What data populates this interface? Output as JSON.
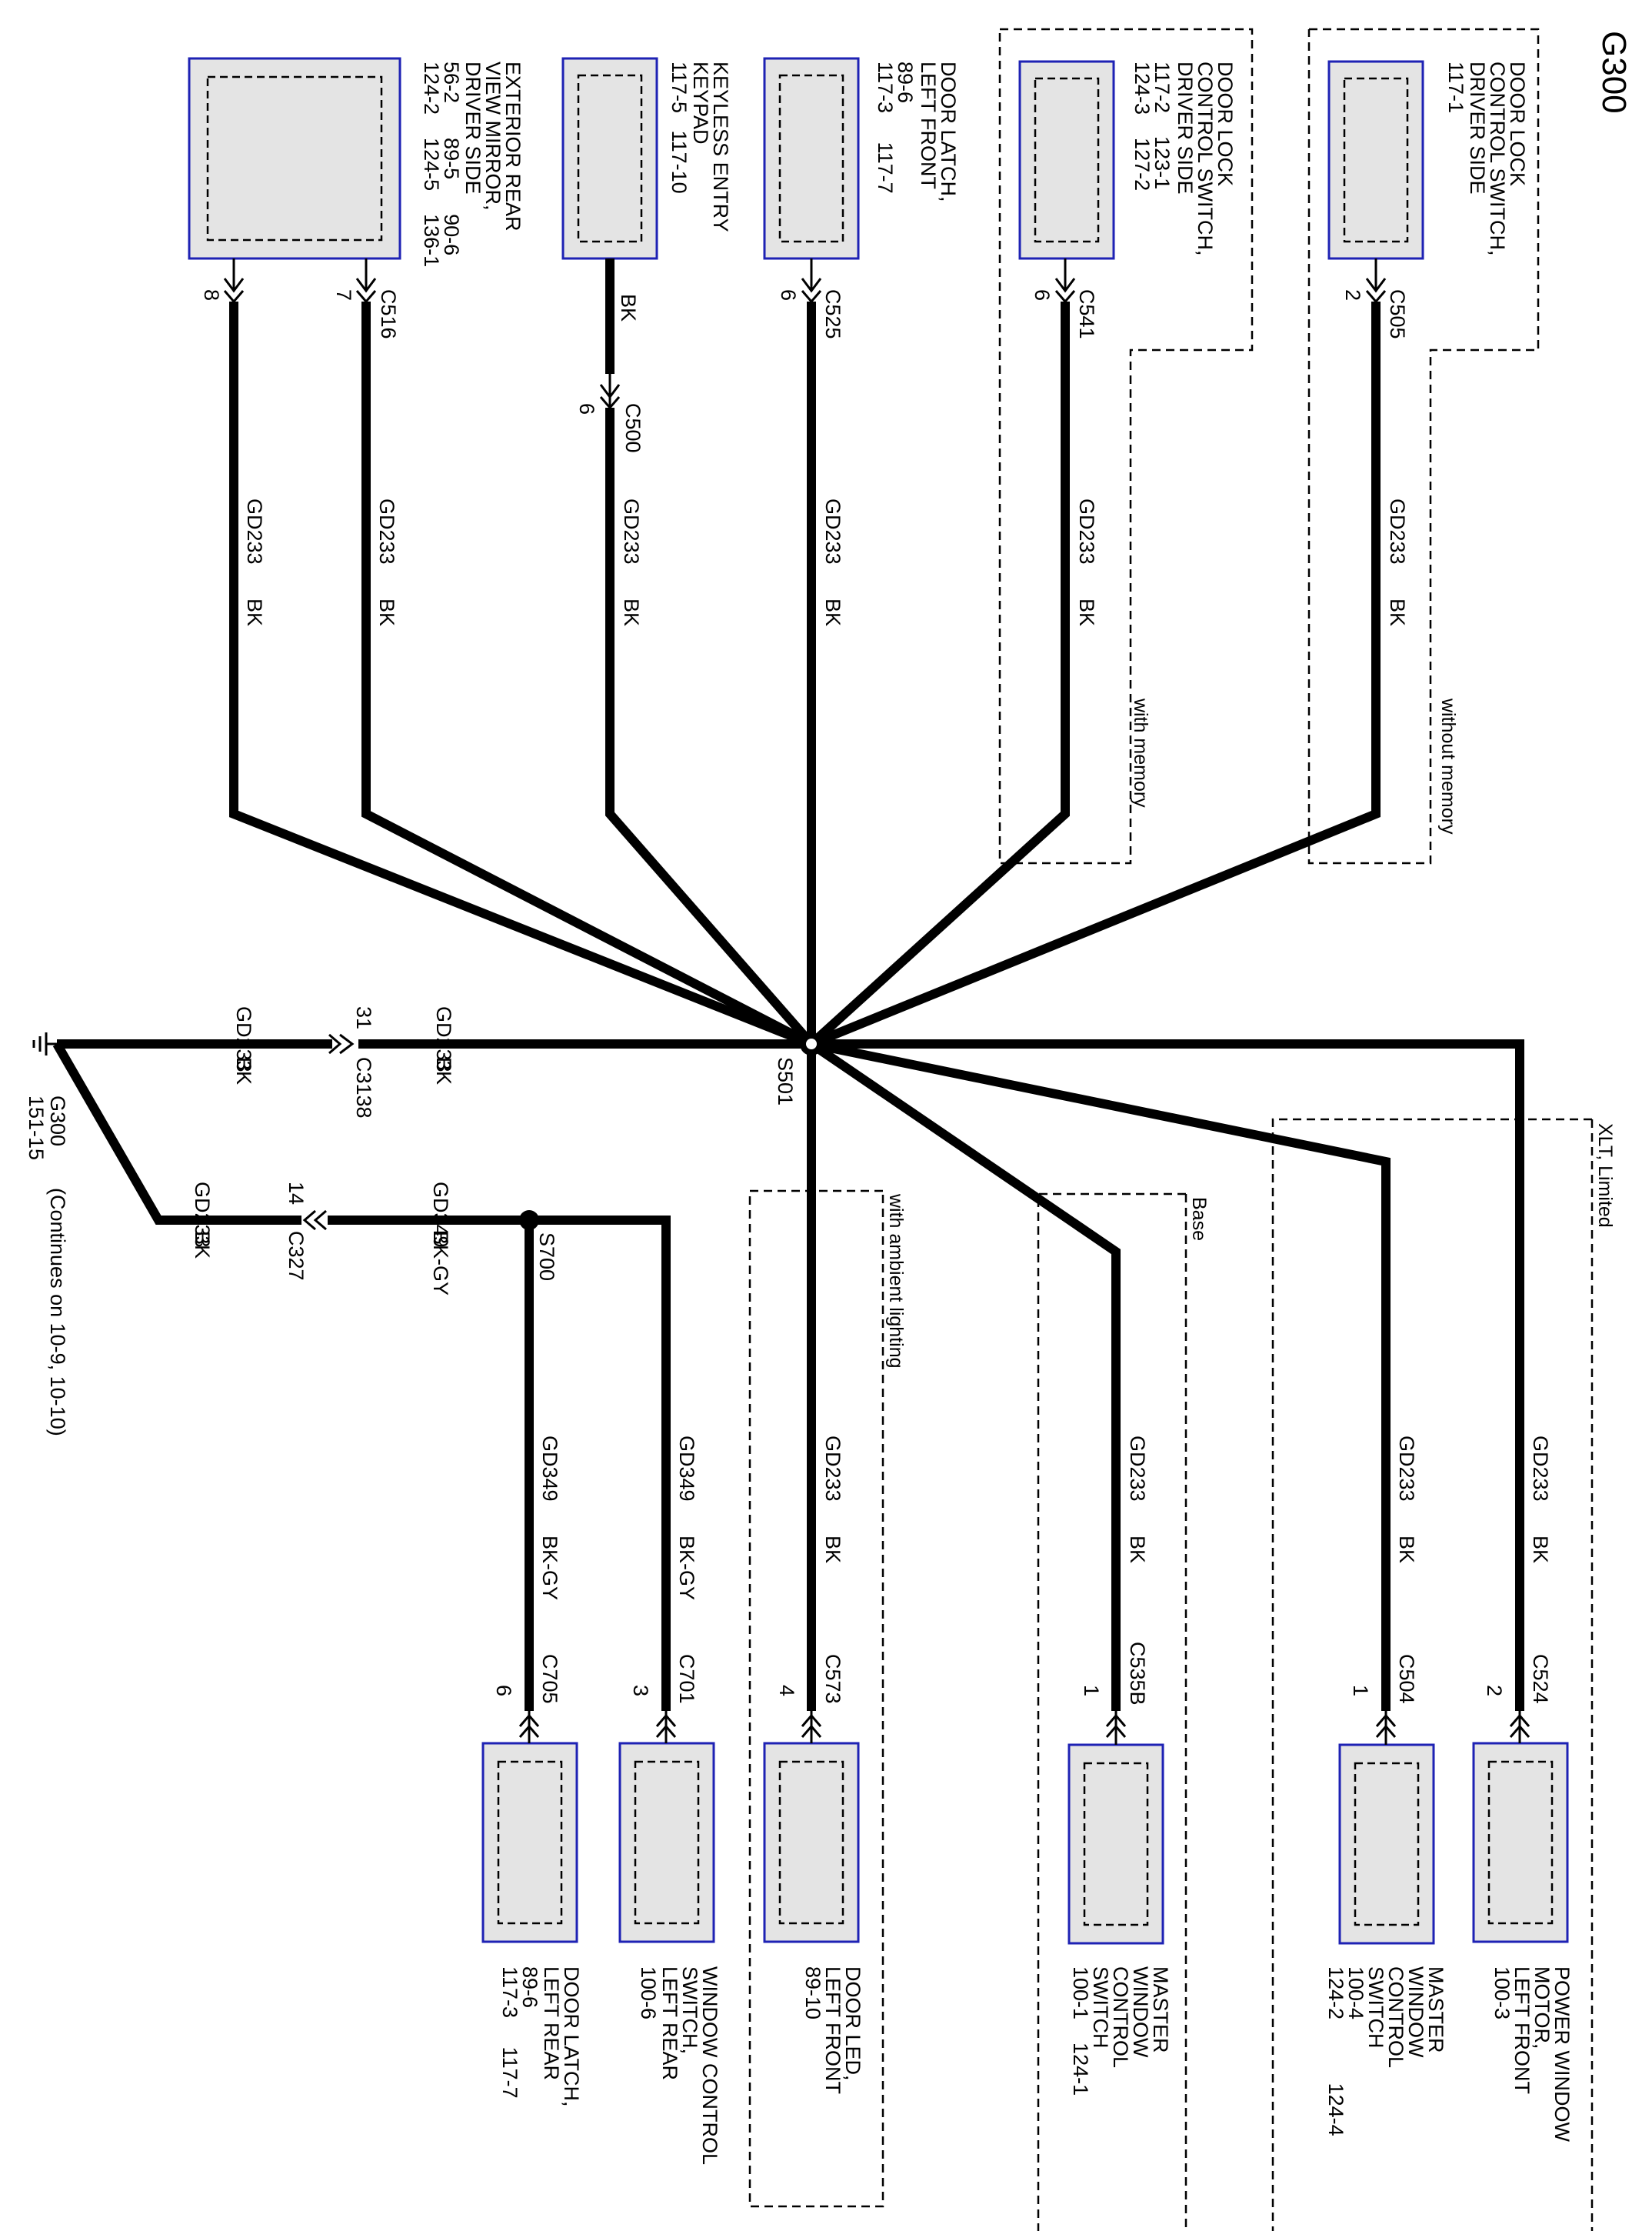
{
  "title": "G300",
  "ground": {
    "label": "G300",
    "ref": "151-15",
    "continues": "(Continues on 10-9, 10-10)"
  },
  "splices": [
    {
      "id": "S501"
    },
    {
      "id": "S700"
    }
  ],
  "option_groups": {
    "without_memory": "without memory",
    "with_memory": "with memory",
    "xlt_limited": "XLT, Limited",
    "base": "Base",
    "with_ambient": "with ambient lighting"
  },
  "top_components": [
    {
      "name": "EXTERIOR REAR\nVIEW MIRROR,\nDRIVER SIDE",
      "refs": "56-2      89-5      90-6\n124-2    124-5    136-1",
      "connectors": [
        {
          "id": "C516",
          "pin": "7",
          "wire": "GD233",
          "color": "BK"
        },
        {
          "id": "",
          "pin": "8",
          "wire": "GD233",
          "color": "BK"
        }
      ]
    },
    {
      "name": "KEYLESS ENTRY\nKEYPAD",
      "refs": "117-5   117-10",
      "connectors": [
        {
          "id": "",
          "pin": "",
          "wire": "",
          "color": "BK"
        },
        {
          "id": "C500",
          "pin": "6",
          "wire": "GD233",
          "color": "BK"
        }
      ]
    },
    {
      "name": "DOOR LATCH,\nLEFT FRONT",
      "refs": "89-6\n117-3     117-7",
      "connectors": [
        {
          "id": "C525",
          "pin": "6",
          "wire": "GD233",
          "color": "BK"
        }
      ]
    },
    {
      "name": "DOOR LOCK\nCONTROL SWITCH,\nDRIVER SIDE",
      "refs": "117-2    123-1\n124-3    127-2",
      "connectors": [
        {
          "id": "C541",
          "pin": "6",
          "wire": "GD233",
          "color": "BK"
        }
      ]
    },
    {
      "name": "DOOR LOCK\nCONTROL SWITCH,\nDRIVER SIDE",
      "refs": "117-1",
      "connectors": [
        {
          "id": "C505",
          "pin": "2",
          "wire": "GD233",
          "color": "BK"
        }
      ]
    }
  ],
  "bottom_components": [
    {
      "name": "DOOR LATCH,\nLEFT REAR",
      "refs": "89-6\n117-3     117-7",
      "connectors": [
        {
          "id": "C705",
          "pin": "6",
          "wire": "GD349",
          "color": "BK-GY"
        }
      ]
    },
    {
      "name": "WINDOW CONTROL\nSWITCH,\nLEFT REAR",
      "refs": "100-6",
      "connectors": [
        {
          "id": "C701",
          "pin": "3",
          "wire": "GD349",
          "color": "BK-GY"
        }
      ]
    },
    {
      "name": "DOOR LED,\nLEFT FRONT",
      "refs": "89-10",
      "connectors": [
        {
          "id": "C573",
          "pin": "4",
          "wire": "GD233",
          "color": "BK"
        }
      ]
    },
    {
      "name": "MASTER\nWINDOW\nCONTROL\nSWITCH",
      "refs": "100-1    124-1",
      "connectors": [
        {
          "id": "C535B",
          "pin": "1",
          "wire": "GD233",
          "color": "BK"
        }
      ]
    },
    {
      "name": "MASTER\nWINDOW\nCONTROL\nSWITCH",
      "refs": "100-4\n124-2           124-4",
      "connectors": [
        {
          "id": "C504",
          "pin": "1",
          "wire": "GD233",
          "color": "BK"
        }
      ]
    },
    {
      "name": "POWER WINDOW\nMOTOR,\nLEFT FRONT",
      "refs": "100-3",
      "connectors": [
        {
          "id": "C524",
          "pin": "2",
          "wire": "GD233",
          "color": "BK"
        }
      ]
    }
  ],
  "ground_wires": [
    {
      "connector": "C3138",
      "pin": "31",
      "wire": "GD233",
      "color": "BK"
    },
    {
      "connector": "C327",
      "pin": "14",
      "wire_in": "GD233",
      "color_in": "BK",
      "wire_out": "GD349",
      "color_out": "BK-GY"
    }
  ]
}
